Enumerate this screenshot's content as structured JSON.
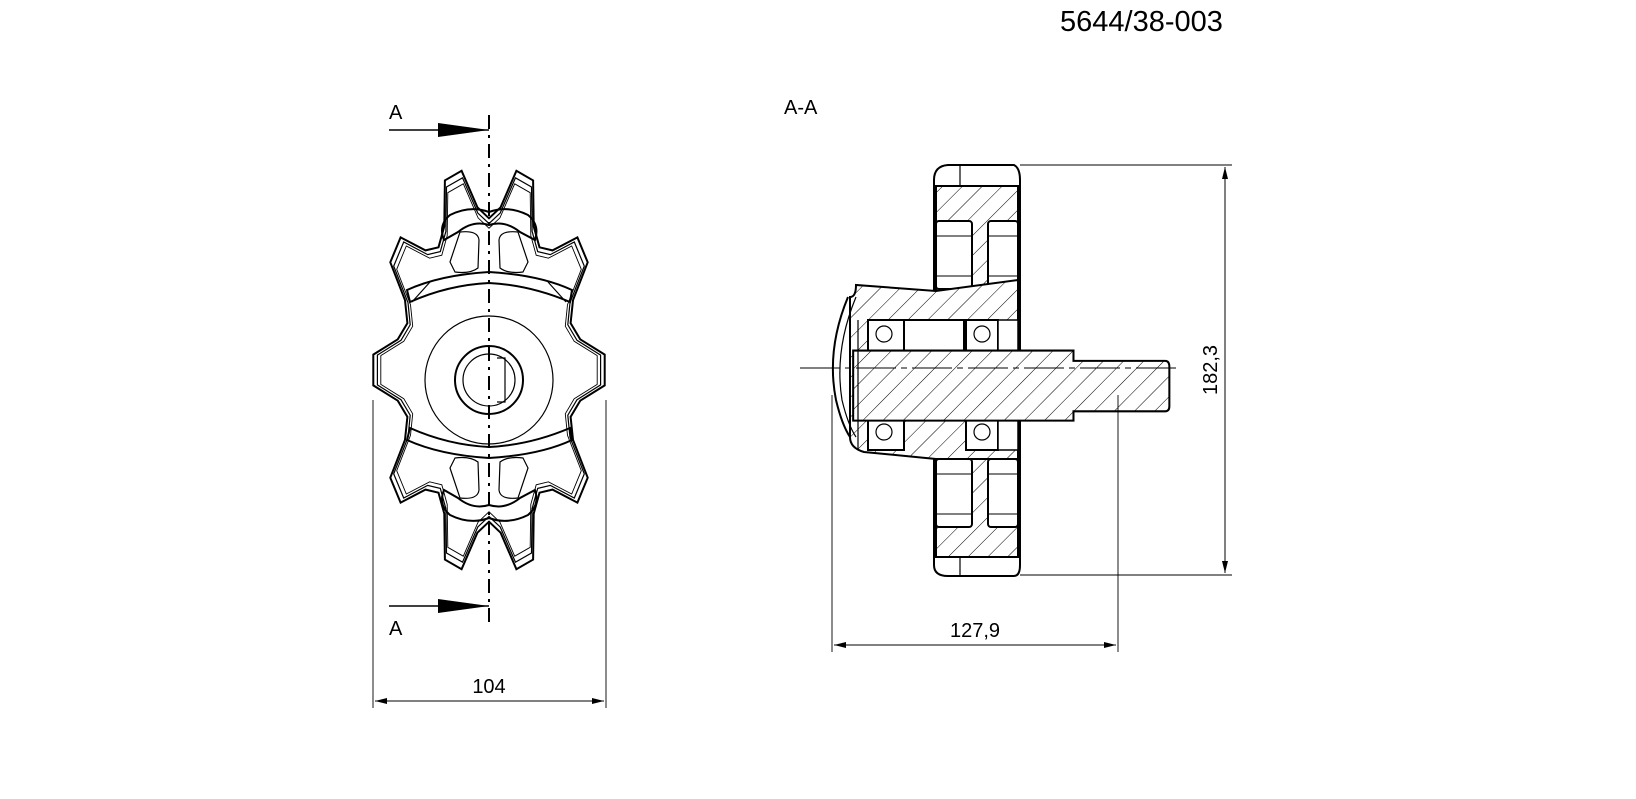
{
  "drawing_number": "5644/38-003",
  "section_label": "A-A",
  "cut_marker_top": "A",
  "cut_marker_bottom": "A",
  "dimensions": {
    "front_width": "104",
    "section_length": "127,9",
    "section_height": "182,3"
  }
}
